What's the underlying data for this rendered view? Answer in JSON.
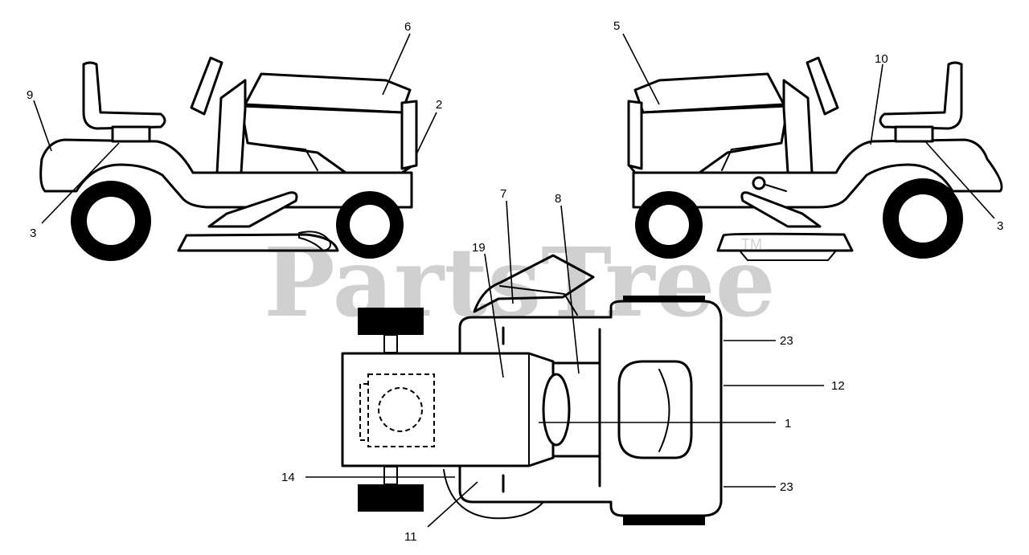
{
  "watermark": {
    "brand": "PartsTree",
    "trademark": "TM"
  },
  "callouts": {
    "c1": "1",
    "c2": "2",
    "c3_left": "3",
    "c3_right": "3",
    "c5": "5",
    "c6": "6",
    "c7": "7",
    "c8": "8",
    "c9": "9",
    "c10": "10",
    "c11": "11",
    "c12": "12",
    "c14": "14",
    "c19": "19",
    "c23_top": "23",
    "c23_bottom": "23"
  }
}
